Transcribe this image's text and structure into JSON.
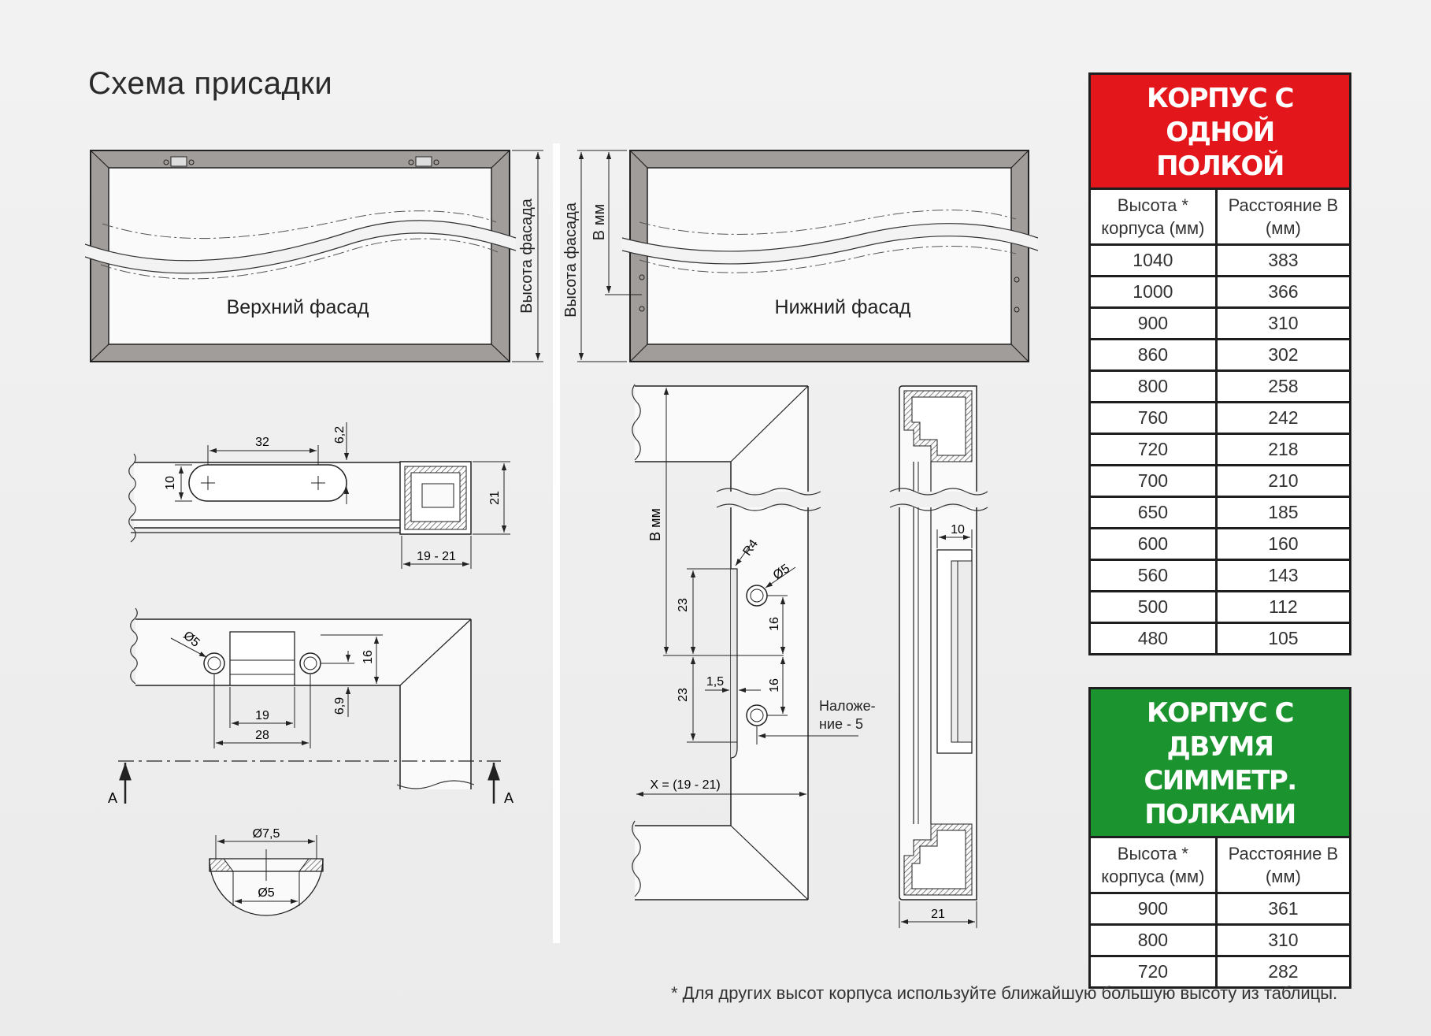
{
  "title": "Схема присадки",
  "facades": {
    "upper_label": "Верхний фасад",
    "lower_label": "Нижний фасад",
    "facade_height_label": "Высота фасада",
    "b_mm_label": "В мм"
  },
  "details": {
    "dim_32": "32",
    "dim_6_2": "6,2",
    "dim_10": "10",
    "dim_21": "21",
    "dim_19_21": "19 - 21",
    "dia_5": "Ø5",
    "dim_16": "16",
    "dim_6_9": "6,9",
    "dim_19": "19",
    "dim_28": "28",
    "section_a": "A",
    "dia_7_5": "Ø7,5",
    "b_mm": "В мм",
    "r4": "R4",
    "dim_23": "23",
    "dim_1_5": "1,5",
    "overlay_line1": "Наложе-",
    "overlay_line2": "ние - 5",
    "x_eq": "X = (19 - 21)"
  },
  "tables": [
    {
      "header": [
        "КОРПУС С ОДНОЙ",
        "ПОЛКОЙ"
      ],
      "header_color": "#e3161b",
      "col1": [
        "Высота *",
        "корпуса (мм)"
      ],
      "col2": [
        "Расстояние В",
        "(мм)"
      ],
      "rows": [
        [
          "1040",
          "383"
        ],
        [
          "1000",
          "366"
        ],
        [
          "900",
          "310"
        ],
        [
          "860",
          "302"
        ],
        [
          "800",
          "258"
        ],
        [
          "760",
          "242"
        ],
        [
          "720",
          "218"
        ],
        [
          "700",
          "210"
        ],
        [
          "650",
          "185"
        ],
        [
          "600",
          "160"
        ],
        [
          "560",
          "143"
        ],
        [
          "500",
          "112"
        ],
        [
          "480",
          "105"
        ]
      ]
    },
    {
      "header": [
        "КОРПУС С ДВУМЯ",
        "СИММЕТР. ПОЛКАМИ"
      ],
      "header_color": "#1b932f",
      "col1": [
        "Высота *",
        "корпуса (мм)"
      ],
      "col2": [
        "Расстояние В",
        "(мм)"
      ],
      "rows": [
        [
          "900",
          "361"
        ],
        [
          "800",
          "310"
        ],
        [
          "720",
          "282"
        ]
      ]
    }
  ],
  "footnote": "* Для других высот корпуса используйте ближайшую большую высоту из таблицы."
}
